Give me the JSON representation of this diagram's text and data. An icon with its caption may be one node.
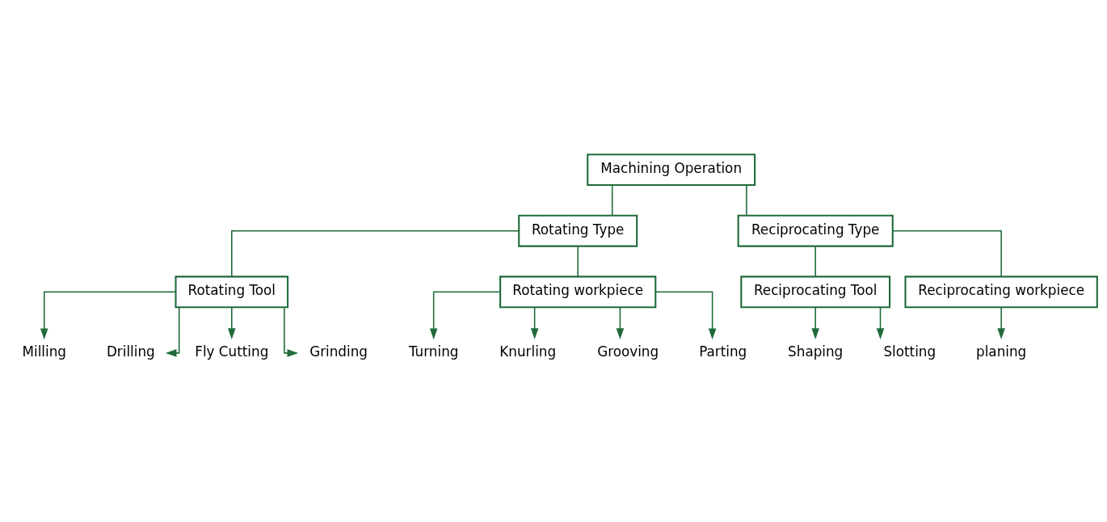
{
  "diagram": {
    "nodes": [
      {
        "text": [
          "Machining Operation"
        ]
      },
      {
        "text": [
          "Rotating Type"
        ]
      },
      {
        "text": [
          "Reciprocating Type"
        ]
      },
      {
        "text": [
          "Rotating Tool"
        ]
      },
      {
        "text": [
          "Rotating workpiece"
        ]
      },
      {
        "text": [
          "Reciprocating Tool"
        ]
      },
      {
        "text": [
          "Reciprocating workpiece"
        ]
      },
      {
        "text": [
          "Milling"
        ]
      },
      {
        "text": [
          "Drilling"
        ]
      },
      {
        "text": [
          "Fly Cutting"
        ]
      },
      {
        "text": [
          "Grinding"
        ]
      },
      {
        "text": [
          "Turning"
        ]
      },
      {
        "text": [
          "Knurling"
        ]
      },
      {
        "text": [
          "Grooving"
        ]
      },
      {
        "text": [
          "Parting"
        ]
      },
      {
        "text": [
          "Shaping"
        ]
      },
      {
        "text": [
          "Slotting"
        ]
      },
      {
        "text": [
          "planing"
        ]
      }
    ],
    "edges": [
      {
        "from": 0,
        "to": 1,
        "arrow": "none"
      },
      {
        "from": 0,
        "to": 2,
        "arrow": "none"
      },
      {
        "from": 1,
        "to": 3,
        "arrow": "none"
      },
      {
        "from": 1,
        "to": 4,
        "arrow": "none"
      },
      {
        "from": 2,
        "to": 5,
        "arrow": "none"
      },
      {
        "from": 2,
        "to": 6,
        "arrow": "none"
      },
      {
        "from": 3,
        "to": 7,
        "arrow": "to"
      },
      {
        "from": 3,
        "to": 8,
        "arrow": "to"
      },
      {
        "from": 3,
        "to": 9,
        "arrow": "to"
      },
      {
        "from": 3,
        "to": 10,
        "arrow": "to"
      },
      {
        "from": 4,
        "to": 11,
        "arrow": "to"
      },
      {
        "from": 4,
        "to": 12,
        "arrow": "to"
      },
      {
        "from": 4,
        "to": 13,
        "arrow": "to"
      },
      {
        "from": 4,
        "to": 14,
        "arrow": "to"
      },
      {
        "from": 5,
        "to": 15,
        "arrow": "to"
      },
      {
        "from": 5,
        "to": 16,
        "arrow": "to"
      },
      {
        "from": 6,
        "to": 17,
        "arrow": "to"
      }
    ]
  }
}
